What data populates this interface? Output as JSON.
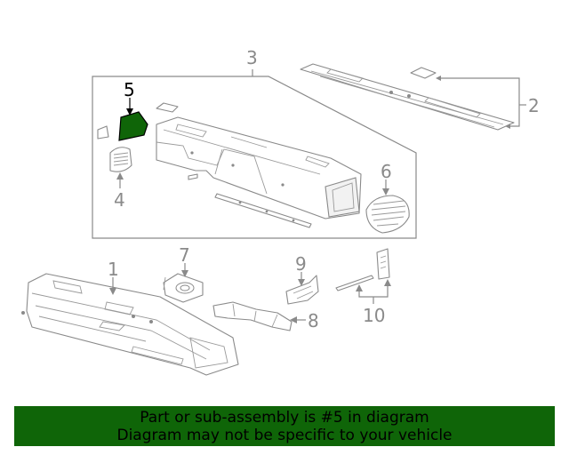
{
  "callouts": {
    "c1": "1",
    "c2": "2",
    "c3": "3",
    "c4": "4",
    "c5": "5",
    "c6": "6",
    "c7": "7",
    "c8": "8",
    "c9": "9",
    "c10": "10"
  },
  "highlight": {
    "part_number": "5",
    "color": "#0f6508"
  },
  "banner": {
    "line1": "Part or sub-assembly is #5 in diagram",
    "line2": "Diagram may not be specific to your vehicle",
    "background": "#0f6508"
  }
}
